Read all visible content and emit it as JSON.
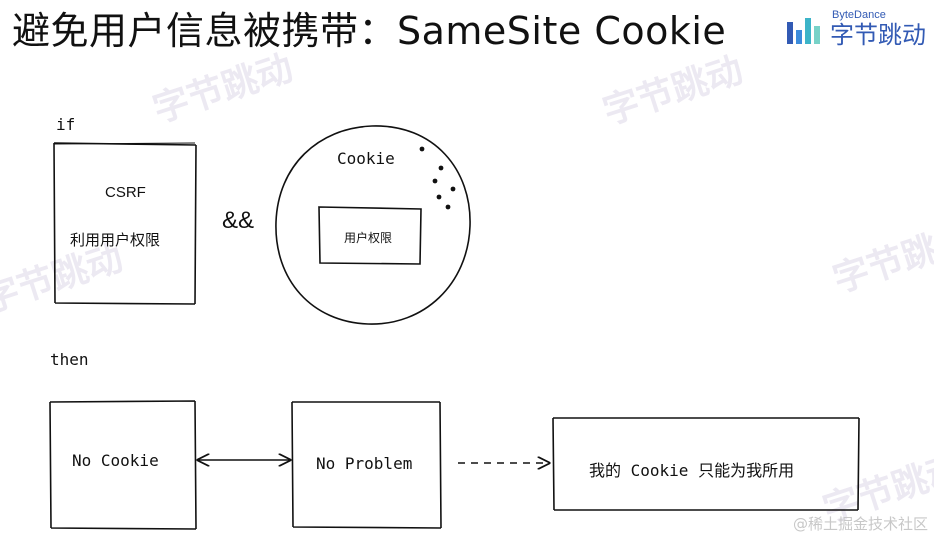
{
  "title": "避免用户信息被携带：SameSite Cookie",
  "logo": {
    "en": "ByteDance",
    "cn": "字节跳动",
    "color": "#325ab4"
  },
  "diagram": {
    "if_label": "if",
    "csrf_title": "CSRF",
    "csrf_sub": "利用用户权限",
    "and_symbol": "&&",
    "cookie_label": "Cookie",
    "inner_box": "用户权限",
    "then_label": "then",
    "box1": "No Cookie",
    "box2": "No Problem",
    "box3": "我的 Cookie 只能为我所用"
  },
  "watermark": "字节跳动",
  "footer": "@稀土掘金技术社区"
}
